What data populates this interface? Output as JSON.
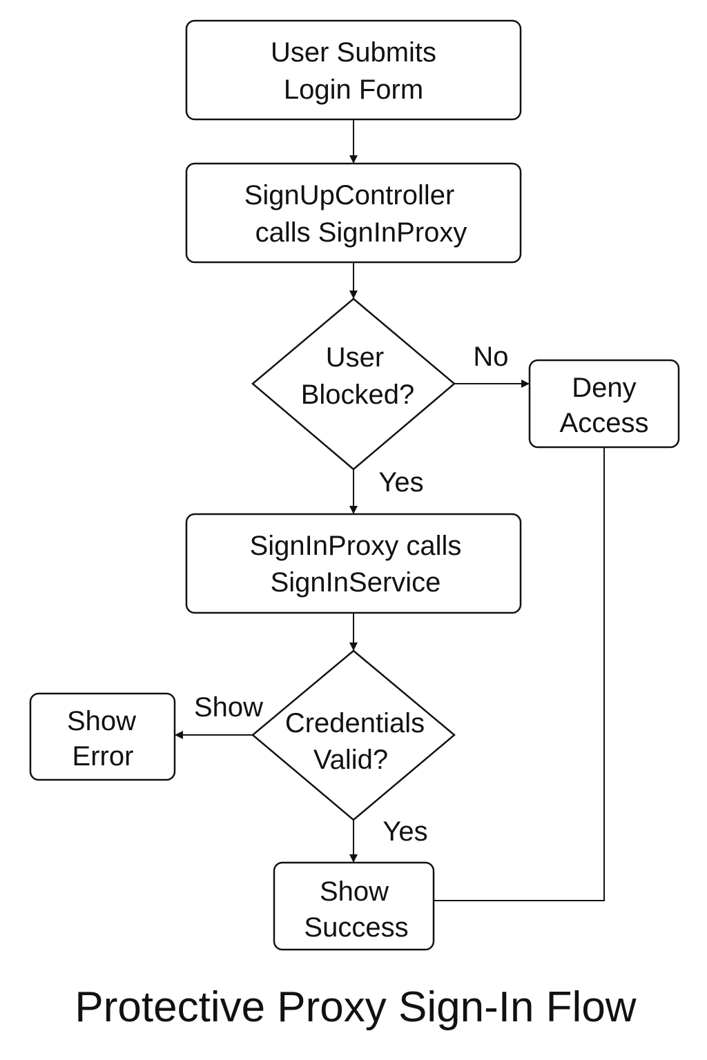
{
  "title": "Protective Proxy Sign-In Flow",
  "nodes": {
    "submit": {
      "line1": "User Submits",
      "line2": "Login Form"
    },
    "controller": {
      "line1": "SignUpController",
      "line2": "calls SignInProxy"
    },
    "blocked": {
      "line1": "User",
      "line2": "Blocked?"
    },
    "deny": {
      "line1": "Deny",
      "line2": "Access"
    },
    "proxy_service": {
      "line1": "SignInProxy calls",
      "line2": "SignInService"
    },
    "valid": {
      "line1": "Credentials",
      "line2": "Valid?"
    },
    "error": {
      "line1": "Show",
      "line2": "Error"
    },
    "success": {
      "line1": "Show",
      "line2": "Success"
    }
  },
  "edges": {
    "blocked_no": "No",
    "blocked_yes": "Yes",
    "valid_show": "Show",
    "valid_yes": "Yes"
  }
}
